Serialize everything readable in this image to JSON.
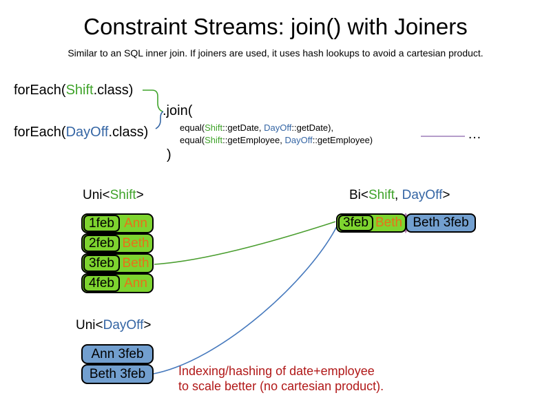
{
  "title": "Constraint Streams: join() with Joiners",
  "subtitle": "Similar to an SQL inner join. If joiners are used, it uses hash lookups to avoid a cartesian product.",
  "code": {
    "foreach_shift": {
      "prefix": "forEach(",
      "class_name": "Shift",
      "suffix": ".class)"
    },
    "foreach_dayoff": {
      "prefix": "forEach(",
      "class_name": "DayOff",
      "suffix": ".class)"
    },
    "join_open": ".join(",
    "equal_date": {
      "prefix": "equal(",
      "shift": "Shift",
      "mid": "::getDate, ",
      "dayoff": "DayOff",
      "suffix": "::getDate),"
    },
    "equal_employee": {
      "prefix": "equal(",
      "shift": "Shift",
      "mid": "::getEmployee, ",
      "dayoff": "DayOff",
      "suffix": "::getEmployee)"
    },
    "join_close": ")",
    "ellipsis": "…"
  },
  "uni_shift": {
    "label_prefix": "Uni<",
    "label_class": "Shift",
    "label_suffix": ">",
    "rows": [
      {
        "date": "1feb",
        "employee": "Ann"
      },
      {
        "date": "2feb",
        "employee": "Beth"
      },
      {
        "date": "3feb",
        "employee": "Beth"
      },
      {
        "date": "4feb",
        "employee": "Ann"
      }
    ]
  },
  "bi": {
    "label_prefix": "Bi<",
    "label_shift": "Shift",
    "label_sep": ", ",
    "label_dayoff": "DayOff",
    "label_suffix": ">",
    "row": {
      "date": "3feb",
      "employee": "Beth",
      "dayoff_value": "Beth 3feb"
    }
  },
  "uni_dayoff": {
    "label_prefix": "Uni<",
    "label_class": "DayOff",
    "label_suffix": ">",
    "rows": [
      {
        "value": "Ann 3feb"
      },
      {
        "value": "Beth 3feb"
      }
    ]
  },
  "annotation": {
    "line1": "Indexing/hashing of date+employee",
    "line2": "to scale better (no cartesian product)."
  },
  "colors": {
    "shift_green": "#3fa32a",
    "dayoff_blue": "#3465a4",
    "cell_green_fill": "#7ed42f",
    "cell_blue_fill": "#729fcf",
    "employee_orange": "#e8701a",
    "annotation_red": "#b11818",
    "joiner_purple": "#9b7bb8"
  }
}
